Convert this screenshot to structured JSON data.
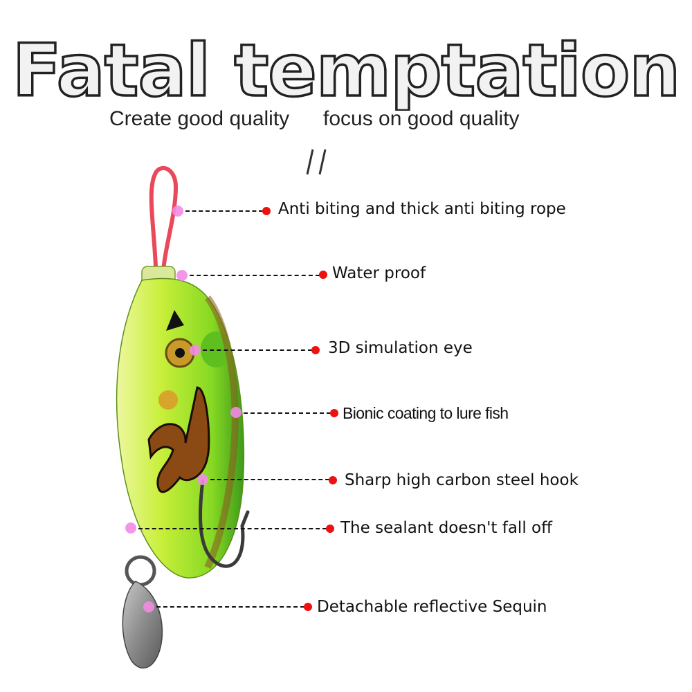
{
  "header": {
    "title": "Fatal temptation",
    "subtitle_left": "Create good quality",
    "subtitle_right": "focus on good quality",
    "colors": {
      "title_fill": "#f2f2f2",
      "title_stroke": "#222222"
    }
  },
  "callouts": [
    {
      "label": "Anti biting and thick anti biting rope"
    },
    {
      "label": "Water proof"
    },
    {
      "label": "3D simulation eye"
    },
    {
      "label": "Bionic coating to lure fish"
    },
    {
      "label": "Sharp high carbon steel hook"
    },
    {
      "label": "The sealant doesn't fall off"
    },
    {
      "label": "Detachable reflective Sequin"
    }
  ],
  "colors": {
    "pink_dot": "#f28be6",
    "red_dot": "#ee1111",
    "lure_green": "#7ed321",
    "rope_red": "#e9495a"
  }
}
